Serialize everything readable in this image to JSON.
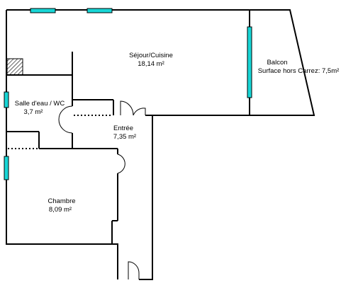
{
  "rooms": [
    {
      "id": "sejour",
      "name": "Séjour/Cuisine",
      "area": "18,14  m²"
    },
    {
      "id": "balcon",
      "name": "Balcon",
      "area": "Surface hors Carrez: 7,5m²"
    },
    {
      "id": "salle",
      "name": "Salle d'eau / WC",
      "area": "3,7  m²"
    },
    {
      "id": "entree",
      "name": "Entrée",
      "area": "7,35  m²"
    },
    {
      "id": "chambre",
      "name": "Chambre",
      "area": "8,09  m²"
    }
  ],
  "colors": {
    "wall": "#000000",
    "window": "#18d6d6",
    "background": "#ffffff"
  }
}
